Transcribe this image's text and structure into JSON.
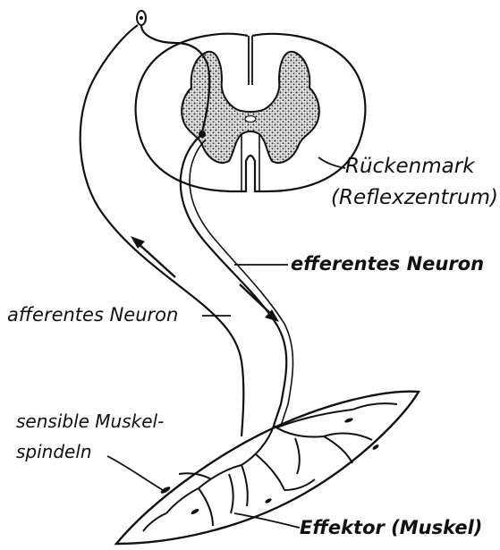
{
  "labels": {
    "rueckenmark": "Rückenmark",
    "reflexzentrum": "(Reflexzentrum)",
    "efferent": "efferentes Neuron",
    "afferent": "afferentes Neuron",
    "sensible_1": "sensible Muskel-",
    "sensible_2": "spindeln",
    "effektor": "Effektor (Muskel)"
  },
  "colors": {
    "ink": "#111111",
    "grey_matter": "#3a3a3a",
    "background": "#ffffff"
  }
}
